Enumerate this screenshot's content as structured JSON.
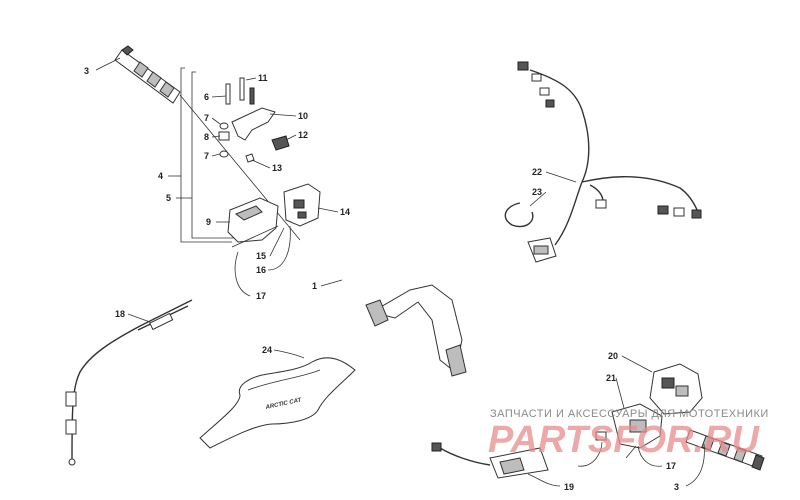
{
  "callouts": {
    "c1": "1",
    "c3a": "3",
    "c3b": "3",
    "c4": "4",
    "c5": "5",
    "c6": "6",
    "c7a": "7",
    "c7b": "7",
    "c8": "8",
    "c9": "9",
    "c10": "10",
    "c11": "11",
    "c12": "12",
    "c13": "13",
    "c14": "14",
    "c15": "15",
    "c16": "16",
    "c17a": "17",
    "c17b": "17",
    "c18": "18",
    "c19": "19",
    "c20": "20",
    "c21": "21",
    "c22": "22",
    "c23": "23",
    "c24": "24"
  },
  "watermark": {
    "tagline": "ЗАПЧАСТИ И АКСЕССУАРЫ ДЛЯ МОТОТЕХНИКИ",
    "logo": "PARTSFOR.RU"
  },
  "decal": {
    "text": "ARCTIC CAT"
  },
  "colors": {
    "line": "#333333",
    "watermark": "#e88b8b",
    "fill_dark": "#bdbdbd"
  }
}
